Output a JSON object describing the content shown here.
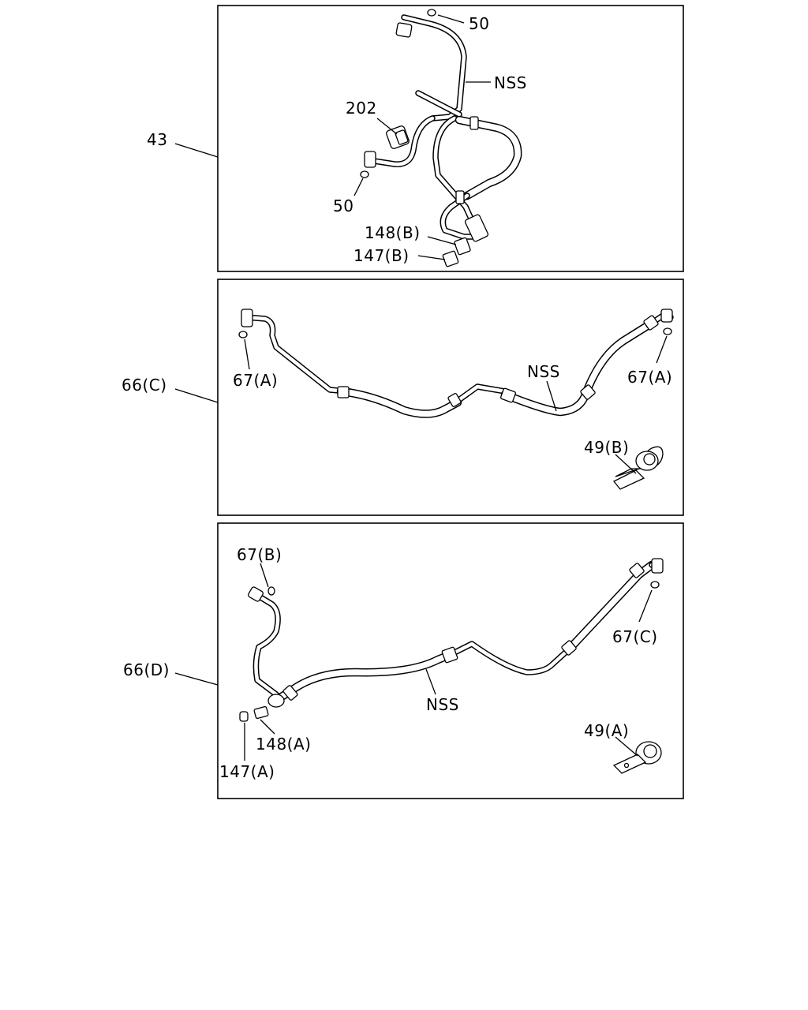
{
  "panels": [
    {
      "id": "43",
      "ref": "43",
      "callouts": {
        "o_ring_top": "50",
        "nss": "NSS",
        "switch": "202",
        "o_ring_left": "50",
        "nut_b": "148(B)",
        "sleeve_b": "147(B)"
      }
    },
    {
      "id": "66c",
      "ref": "66(C)",
      "callouts": {
        "o_ring_left": "67(A)",
        "nss": "NSS",
        "o_ring_right": "67(A)",
        "clamp": "49(B)"
      }
    },
    {
      "id": "66d",
      "ref": "66(D)",
      "callouts": {
        "o_ring_top": "67(B)",
        "o_ring_right": "67(C)",
        "nss": "NSS",
        "nut_a": "148(A)",
        "sleeve_a": "147(A)",
        "clamp": "49(A)"
      }
    }
  ]
}
